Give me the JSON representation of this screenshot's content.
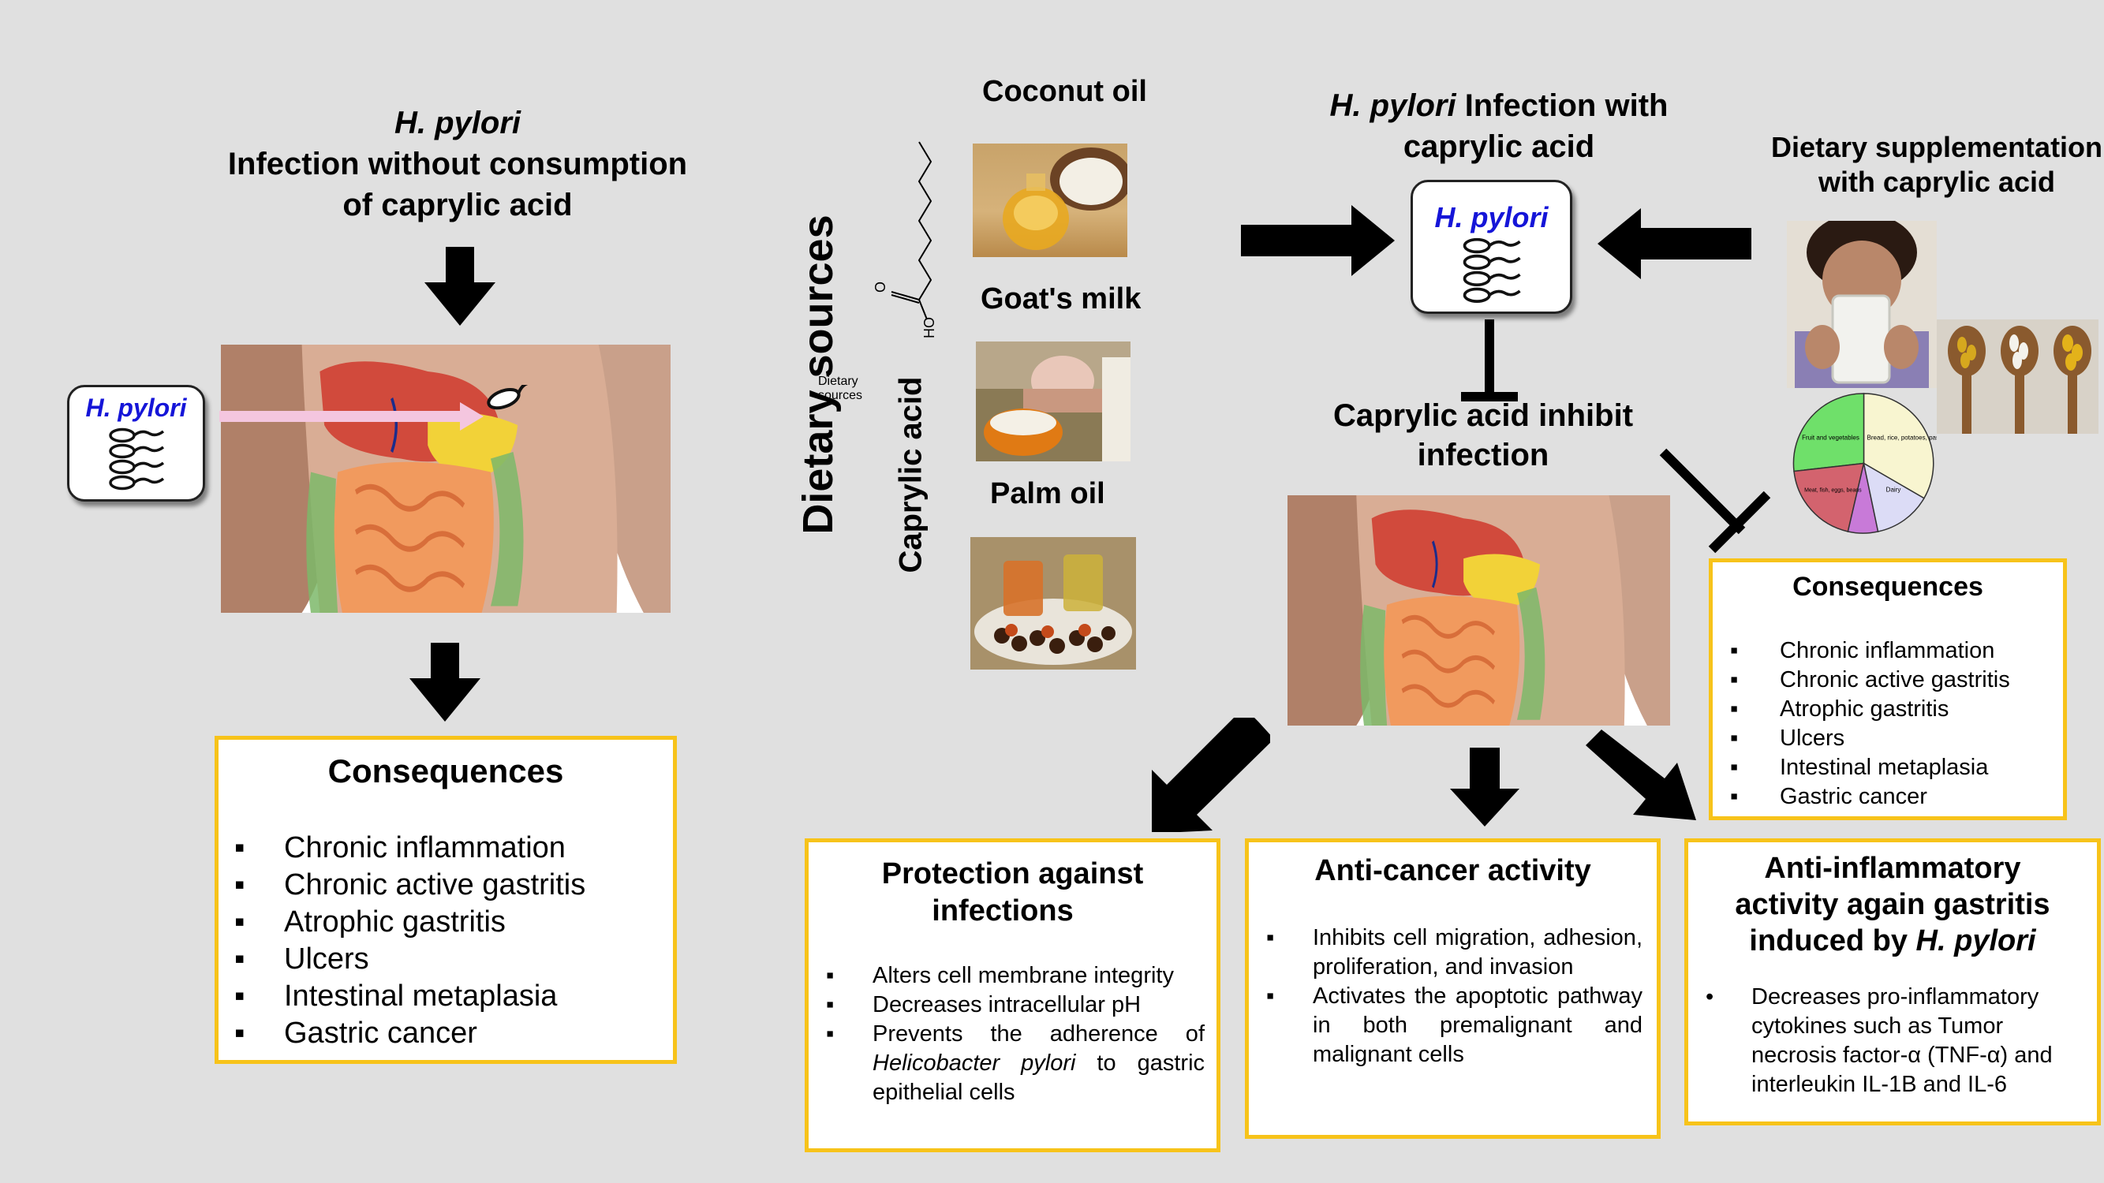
{
  "left": {
    "title_line1": "H. pylori",
    "title_line2": "Infection without consumption",
    "title_line3": "of caprylic acid",
    "bacteria_label": "H. pylori",
    "consequences": {
      "title": "Consequences",
      "items": [
        "Chronic inflammation",
        "Chronic active gastritis",
        "Atrophic gastritis",
        "Ulcers",
        "Intestinal metaplasia",
        "Gastric cancer"
      ]
    }
  },
  "dietary": {
    "vertical_label": "Dietary sources",
    "molecule_label": "Caprylic acid",
    "atom_o": "O",
    "atom_ho": "HO",
    "sources": [
      "Coconut oil",
      "Goat's milk",
      "Palm oil"
    ]
  },
  "center": {
    "title_italic": "H. pylori",
    "title_rest": " Infection with",
    "title_line2": "caprylic acid",
    "bacteria_label": "H. pylori",
    "inhibit_line1": "Caprylic acid inhibit",
    "inhibit_line2": "infection"
  },
  "supplement": {
    "title_line1": "Dietary supplementation",
    "title_line2": "with caprylic acid",
    "pie_labels": [
      "Fruit and vegetables",
      "Bread, rice, potatoes, pasta",
      "Dairy",
      "Meat, fish, eggs, beans"
    ]
  },
  "right_consequences": {
    "title": "Consequences",
    "items": [
      "Chronic inflammation",
      "Chronic active gastritis",
      "Atrophic gastritis",
      "Ulcers",
      "Intestinal metaplasia",
      "Gastric cancer"
    ]
  },
  "protection": {
    "title_line1": "Protection against",
    "title_line2": "infections",
    "item1": "Alters cell membrane integrity",
    "item2": "Decreases intracellular pH",
    "item3_a": "Prevents the adherence of",
    "item3_b_italic": "Helicobacter pylori",
    "item3_b_rest": " to gastric",
    "item3_c": "epithelial cells"
  },
  "anticancer": {
    "title": "Anti-cancer activity",
    "item1": "Inhibits cell migration, adhesion, proliferation, and invasion",
    "item2": "Activates the apoptotic pathway in both premalignant and malignant cells"
  },
  "antiinflammatory": {
    "title_line1": "Anti-inflammatory",
    "title_line2": "activity again gastritis",
    "title_line3_a": "induced by ",
    "title_line3_italic": "H. pylori",
    "item": "Decreases pro-inflammatory cytokines such as Tumor necrosis factor-α (TNF-α) and interleukin IL-1B and IL-6"
  },
  "colors": {
    "background": "#e0e0e0",
    "box_border": "#f7c31a",
    "hpylori_text": "#1515d8",
    "arrow": "#000000"
  }
}
